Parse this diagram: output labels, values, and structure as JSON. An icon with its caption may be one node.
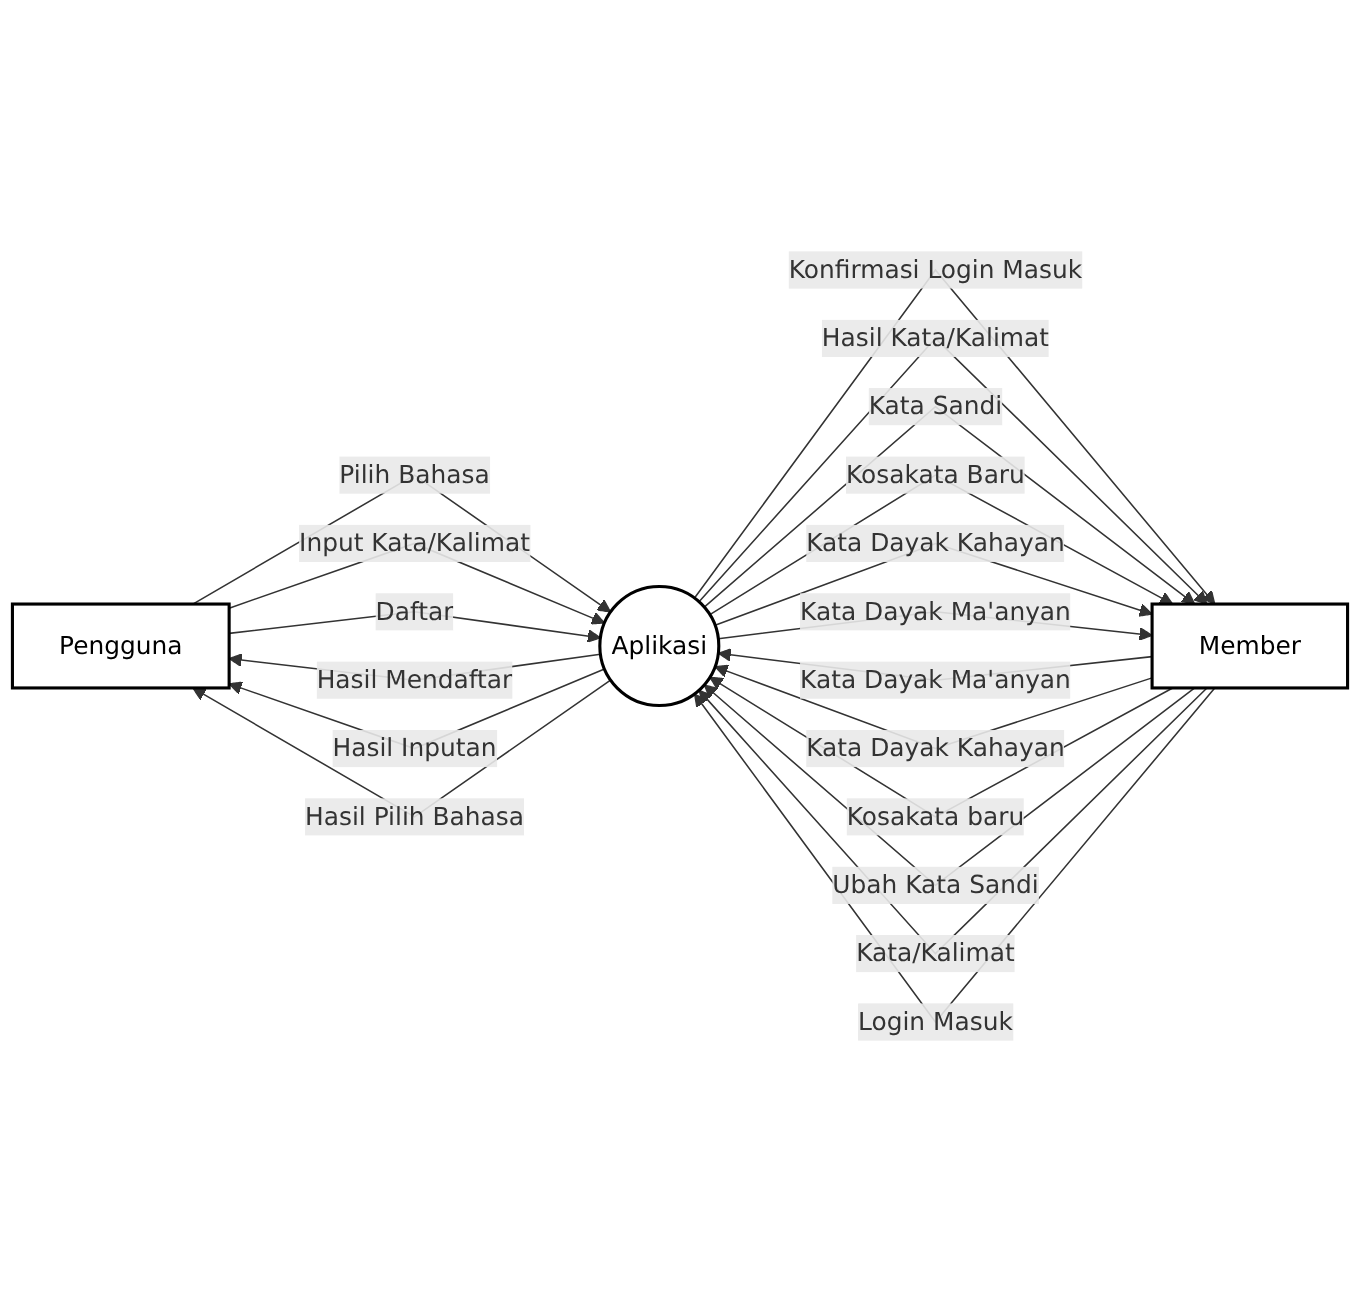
{
  "diagram": {
    "nodes": [
      {
        "text": [
          "Pengguna"
        ]
      },
      {
        "text": [
          "Aplikasi"
        ]
      },
      {
        "text": [
          "Member"
        ]
      }
    ],
    "edges": [
      {
        "from": 1,
        "to": 0,
        "label": "Hasil Mendaftar",
        "arrow": "to"
      },
      {
        "from": 1,
        "to": 0,
        "label": "Hasil Inputan",
        "arrow": "to"
      },
      {
        "from": 1,
        "to": 0,
        "label": "Hasil Pilih Bahasa",
        "arrow": "to"
      },
      {
        "from": 0,
        "to": 1,
        "label": "Pilih Bahasa",
        "arrow": "to"
      },
      {
        "from": 0,
        "to": 1,
        "label": "Input Kata/Kalimat",
        "arrow": "to"
      },
      {
        "from": 0,
        "to": 1,
        "label": "Daftar",
        "arrow": "to"
      },
      {
        "from": 2,
        "to": 1,
        "label": "Kata Dayak Ma'anyan",
        "arrow": "to"
      },
      {
        "from": 2,
        "to": 1,
        "label": "Kata Dayak Kahayan",
        "arrow": "to"
      },
      {
        "from": 2,
        "to": 1,
        "label": "Kosakata baru",
        "arrow": "to"
      },
      {
        "from": 2,
        "to": 1,
        "label": "Ubah Kata Sandi",
        "arrow": "to"
      },
      {
        "from": 2,
        "to": 1,
        "label": "Kata/Kalimat",
        "arrow": "to"
      },
      {
        "from": 2,
        "to": 1,
        "label": "Login Masuk",
        "arrow": "to"
      },
      {
        "from": 1,
        "to": 2,
        "label": "Konfirmasi Login Masuk",
        "arrow": "to"
      },
      {
        "from": 1,
        "to": 2,
        "label": "Hasil Kata/Kalimat",
        "arrow": "to"
      },
      {
        "from": 1,
        "to": 2,
        "label": "Kata Sandi",
        "arrow": "to"
      },
      {
        "from": 1,
        "to": 2,
        "label": "Kosakata Baru",
        "arrow": "to"
      },
      {
        "from": 1,
        "to": 2,
        "label": "Kata Dayak Kahayan",
        "arrow": "to"
      },
      {
        "from": 1,
        "to": 2,
        "label": "Kata Dayak Ma'anyan",
        "arrow": "to"
      }
    ]
  }
}
